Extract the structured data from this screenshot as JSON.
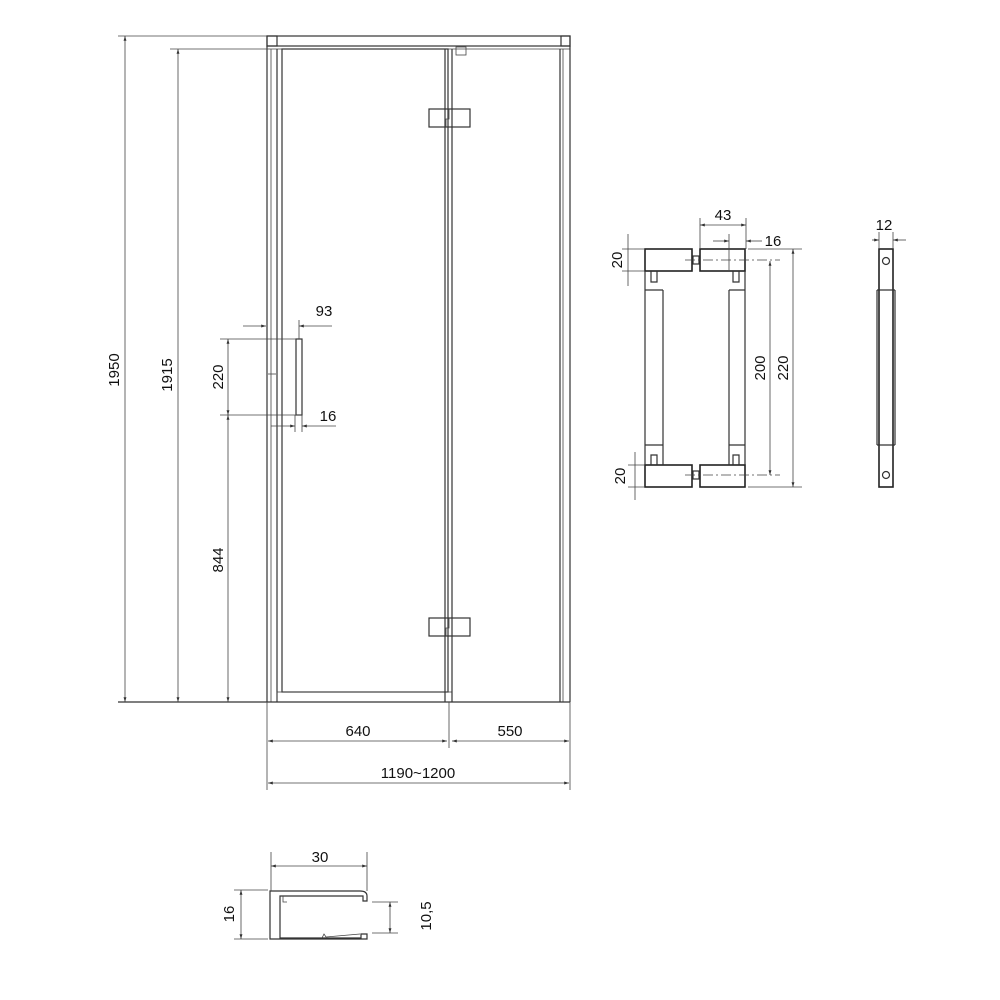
{
  "main_view": {
    "dimensions": {
      "total_height": "1950",
      "panel_height": "1915",
      "handle_height": "220",
      "handle_position": "844",
      "handle_offset": "93",
      "handle_depth": "16",
      "door_width": "640",
      "fixed_panel_width": "550",
      "total_width": "1190~1200"
    }
  },
  "handle_detail": {
    "dimensions": {
      "mount_depth": "43",
      "bar_width": "16",
      "top_block": "20",
      "bottom_block": "20",
      "hole_spacing": "200",
      "overall_length": "220",
      "side_width": "12"
    }
  },
  "profile_detail": {
    "dimensions": {
      "width": "30",
      "height": "16",
      "inner_height": "10,5"
    }
  }
}
